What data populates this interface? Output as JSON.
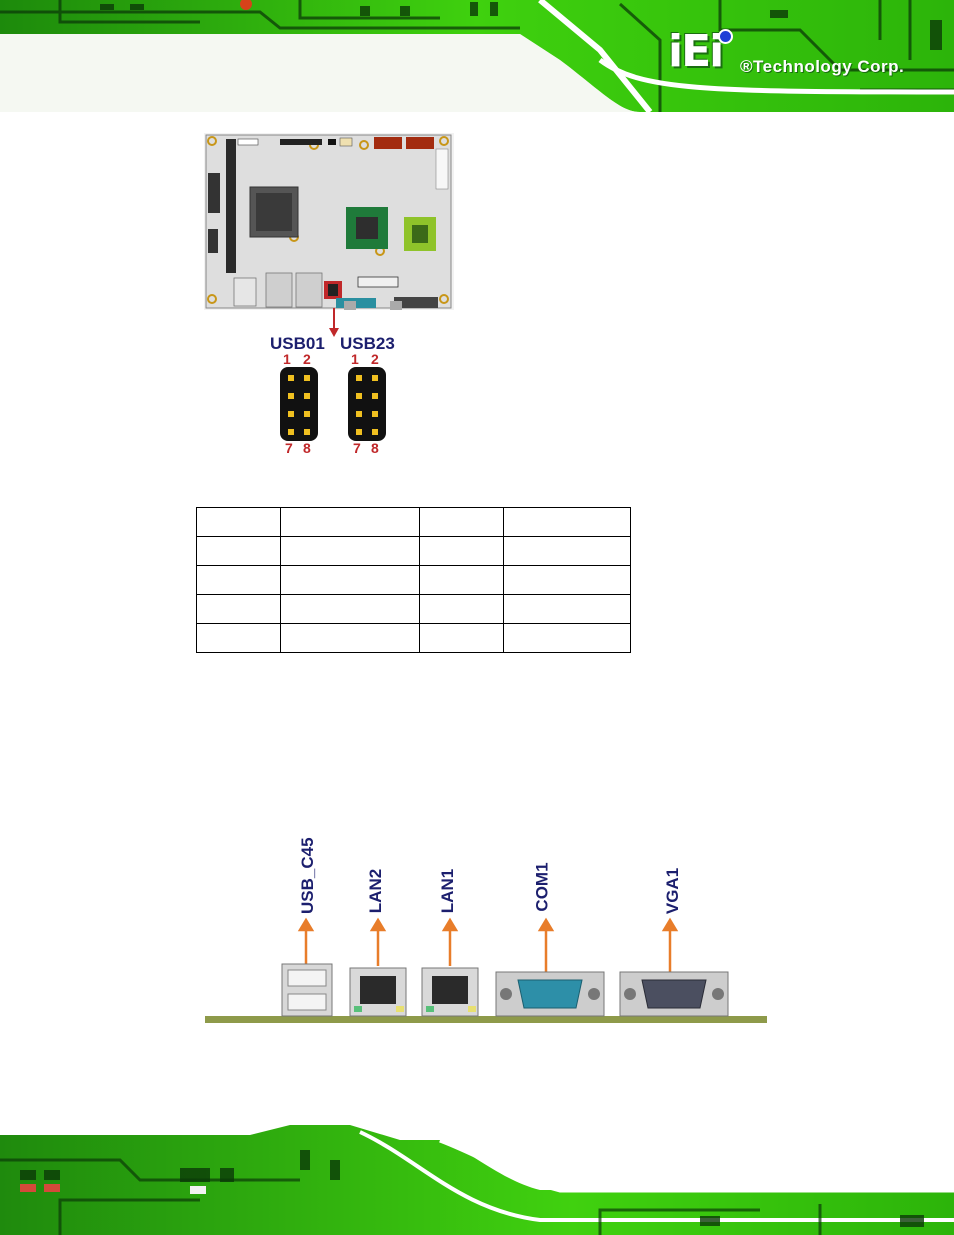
{
  "brand": {
    "mark": "iEi",
    "name": "®Technology Corp."
  },
  "pin_figure": {
    "headers": [
      "USB01",
      "USB23"
    ],
    "pin_top": [
      "1",
      "2"
    ],
    "pin_bottom": [
      "7",
      "8"
    ]
  },
  "pin_table": {
    "rows": [
      [
        "",
        "",
        "",
        ""
      ],
      [
        "",
        "",
        "",
        ""
      ],
      [
        "",
        "",
        "",
        ""
      ],
      [
        "",
        "",
        "",
        ""
      ],
      [
        "",
        "",
        "",
        ""
      ]
    ]
  },
  "connectors": [
    "USB_C45",
    "LAN2",
    "LAN1",
    "COM1",
    "VGA1"
  ],
  "colors": {
    "green": "#3fd10e",
    "dark_green": "#0b3a08",
    "accent_red": "#c0282a",
    "label_navy": "#1c1f6e",
    "orange": "#e87d2a"
  }
}
